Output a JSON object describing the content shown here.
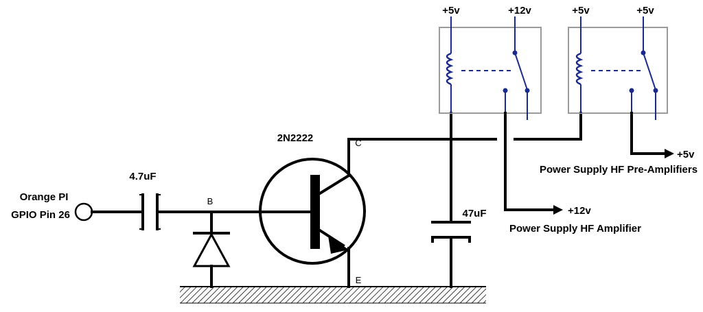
{
  "labels": {
    "gpio_line1": "Orange PI",
    "gpio_line2": "GPIO Pin 26",
    "cap_input": "4.7uF",
    "base": "B",
    "transistor": "2N2222",
    "collector": "C",
    "emitter": "E",
    "cap_filter": "47uF",
    "relay1_coil_supply": "+5v",
    "relay1_contact_supply": "+12v",
    "relay2_coil_supply": "+5v",
    "relay2_contact_supply": "+5v",
    "out_12v": "+12v",
    "out_12v_desc": "Power Supply HF Amplifier",
    "out_5v": "+5v",
    "out_5v_desc": "Power Supply HF Pre-Amplifiers"
  },
  "colors": {
    "wire": "#000000",
    "relay_internal": "#1a2a8a",
    "relay_box": "#9a9a9a"
  }
}
